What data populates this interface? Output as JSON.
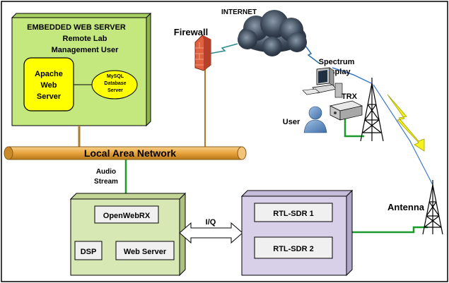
{
  "server": {
    "title_line1": "EMBEDDED WEB SERVER",
    "title_line2": "Remote Lab",
    "title_line3": "Management User",
    "apache_line1": "Apache",
    "apache_line2": "Web",
    "apache_line3": "Server",
    "mysql_line1": "MySQL",
    "mysql_line2": "Database",
    "mysql_line3": "Server"
  },
  "firewall_label": "Firewall",
  "internet_label": "INTERNET",
  "spectrum": {
    "line1": "Spectrum",
    "line2": "Display"
  },
  "trx_label": "TRX",
  "user_label": "User",
  "lan_label": "Local Area Network",
  "audio": {
    "line1": "Audio",
    "line2": "Stream"
  },
  "receiver": {
    "openwebrx": "OpenWebRX",
    "dsp": "DSP",
    "webserver": "Web Server"
  },
  "iq_label": "I/Q",
  "sdr": {
    "sdr1": "RTL-SDR 1",
    "sdr2": "RTL-SDR 2"
  },
  "antenna_label": "Antenna",
  "colors": {
    "server_green": "#c4e87e",
    "apache_yellow": "#ffff00",
    "lan_orange": "#e8a33c",
    "receiver_green": "#d8e8b4",
    "sdr_purple": "#d8d0e8",
    "link_green": "#1a9a2a"
  }
}
